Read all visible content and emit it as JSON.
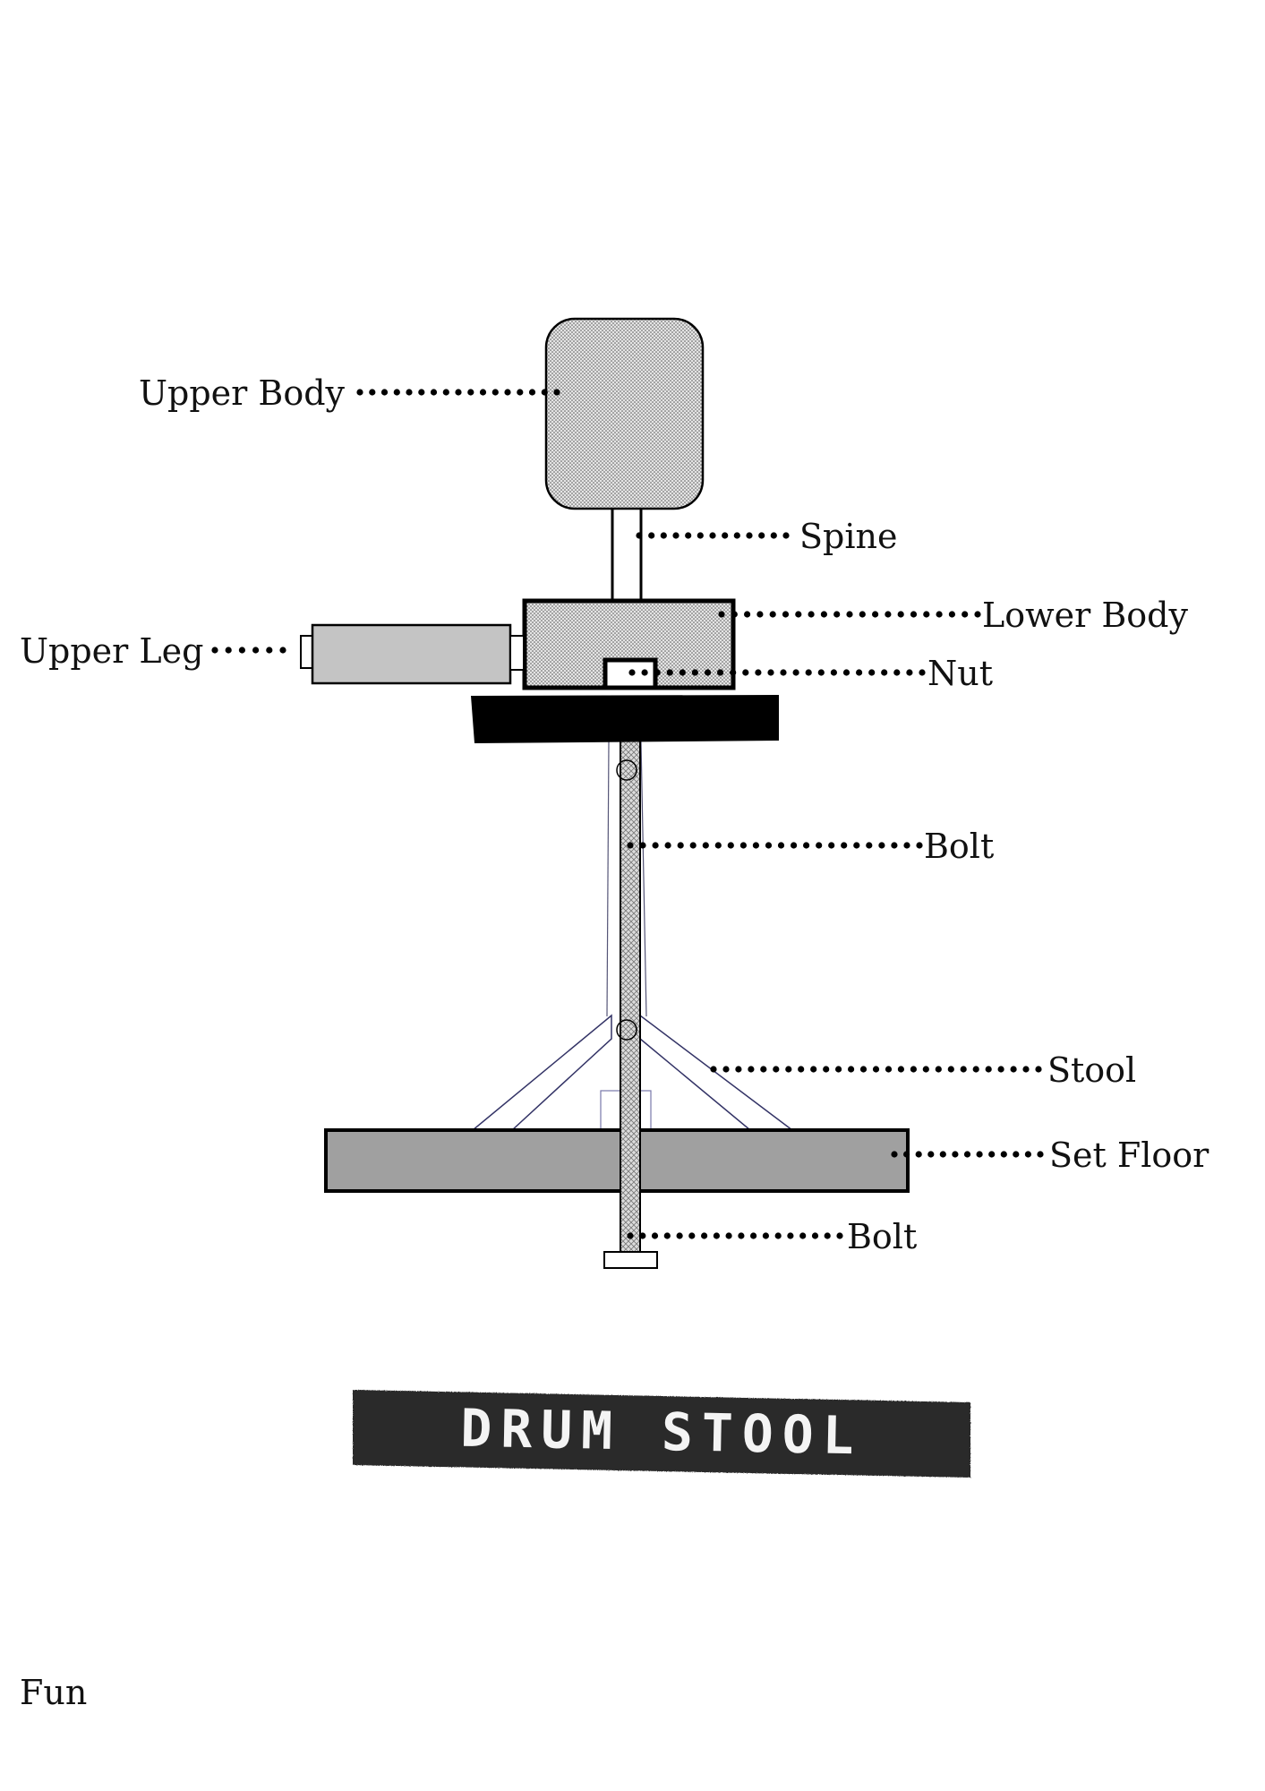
{
  "title": "DRUM STOOL",
  "corner_note": "Fun",
  "labels": {
    "upper_body": "Upper Body",
    "spine": "Spine",
    "lower_body": "Lower Body",
    "upper_leg": "Upper Leg",
    "nut": "Nut",
    "bolt_upper": "Bolt",
    "stool": "Stool",
    "set_floor": "Set Floor",
    "bolt_lower": "Bolt"
  },
  "colors": {
    "ink": "#000000",
    "body_fill": "#d6d6d6",
    "upper_leg_fill": "#c4c4c4",
    "floor_fill": "#a0a0a0",
    "seat_fill": "#000000",
    "tape_fill": "#2a2a2a"
  }
}
